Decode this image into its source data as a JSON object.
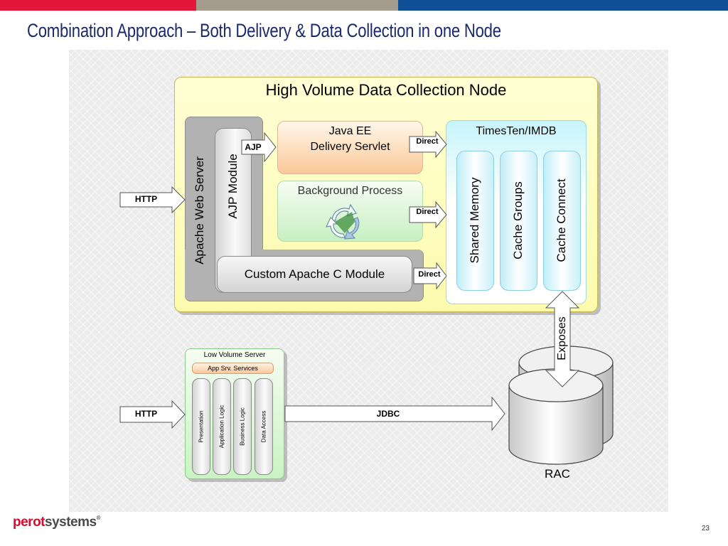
{
  "slide": {
    "title": "Combination Approach – Both Delivery & Data Collection in one Node",
    "page_number": "23",
    "logo": {
      "part1": "perot",
      "part2": "systems",
      "mark": "®"
    },
    "top_bar_colors": [
      "#e2173a",
      "#a49d8e",
      "#0f4f96"
    ]
  },
  "high_volume_node": {
    "title": "High Volume Data Collection Node",
    "apache_web_server": "Apache Web Server",
    "ajp_module": "AJP Module",
    "java_ee": {
      "line1": "Java EE",
      "line2": "Delivery Servlet"
    },
    "background_process": "Background Process",
    "custom_module": "Custom Apache C Module",
    "timesten": {
      "title": "TimesTen/IMDB",
      "columns": [
        "Shared Memory",
        "Cache Groups",
        "Cache Connect"
      ]
    },
    "arrows": {
      "http": "HTTP",
      "ajp": "AJP",
      "direct1": "Direct",
      "direct2": "Direct",
      "direct3": "Direct"
    }
  },
  "low_volume_server": {
    "title": "Low Volume Server",
    "services": "App Srv. Services",
    "layers": [
      "Presentation",
      "Application Logic",
      "Business Logic",
      "Data Access"
    ],
    "http": "HTTP",
    "jdbc": "JDBC"
  },
  "database": {
    "label": "RAC",
    "exposes": "Exposes"
  }
}
